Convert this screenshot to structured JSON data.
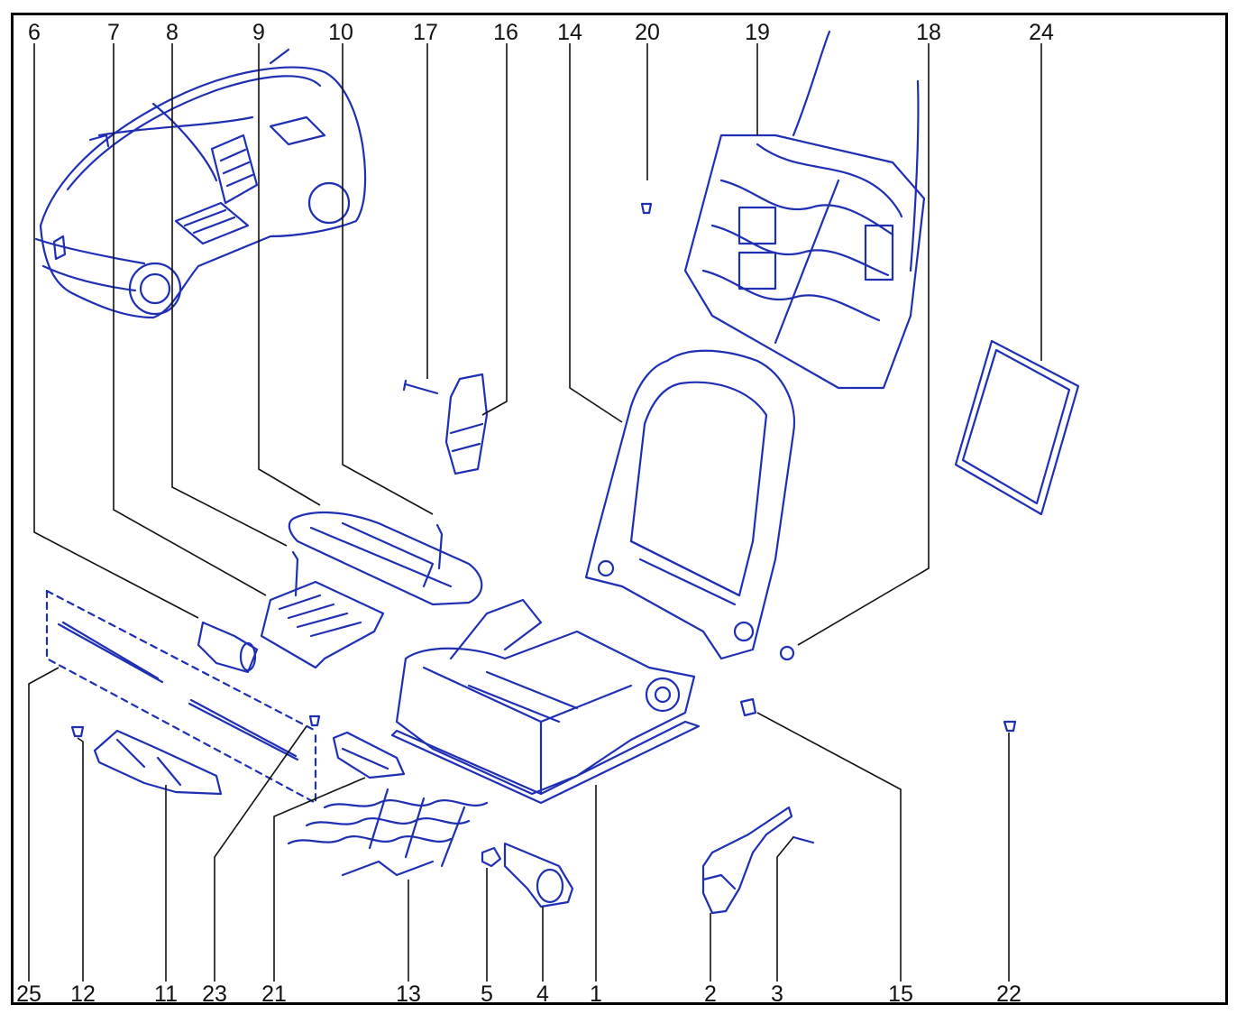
{
  "colors": {
    "ink": "#1f2fb3",
    "leader": "#111111",
    "border": "#000000"
  },
  "callouts": {
    "top": [
      "6",
      "7",
      "8",
      "9",
      "10",
      "17",
      "16",
      "14",
      "20",
      "19",
      "18",
      "24"
    ],
    "bottom": [
      "25",
      "12",
      "11",
      "23",
      "21",
      "13",
      "5",
      "4",
      "1",
      "2",
      "3",
      "15",
      "22"
    ]
  }
}
